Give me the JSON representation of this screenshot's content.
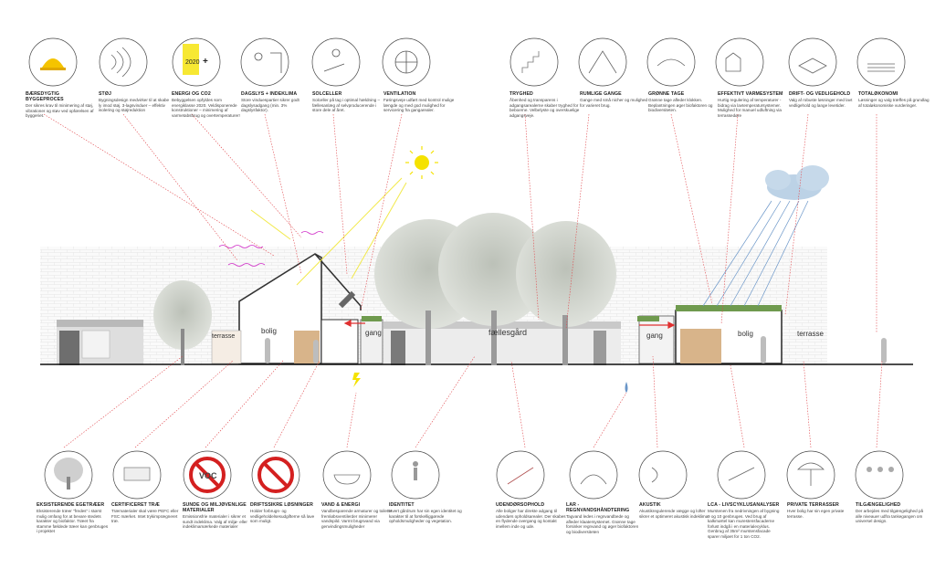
{
  "top_callouts": [
    {
      "title": "BÆREDYGTIG BYGGEPROCES",
      "desc": "Der sikres krav til minimering af støj, vibrationer og støv ved opførelsen af byggeriet."
    },
    {
      "title": "STØJ",
      "desc": "Bygningsdesign medvirker til at skabe ly imod støj. 3-lagsvinduer – effektiv isolering og støjreduktion"
    },
    {
      "title": "ENERGI og CO2",
      "desc": "Bebyggelsen opfyldes som energiklasse 2020. Veldisponerede konstruktioner – minimering af varmetabsbrug og overtemperaturer!"
    },
    {
      "title": "DAGSLYS + INDEKLIMA",
      "desc": "Store vinduespartier sikrer godt dagslysadgang (min. 3% dagslysfaktor)."
    },
    {
      "title": "SOLCELLER",
      "desc": "Solceller på tag i optimal hældning – fællesanlæg af selvproducerende i store dele af året."
    },
    {
      "title": "VENTILATION",
      "desc": "Føringsveje udført med kontrol mulige længde og med god mulighed for servicering fra gangarealer."
    },
    {
      "title": "TRYGHED",
      "desc": "Åbenhed og transparens i adgangsarealerne skaber tryghed for beboerne. Velbelyste og overskuelige adgangsveje."
    },
    {
      "title": "RUMLIGE GANGE",
      "desc": "Gange med små nicher og mulighed for varieret brug."
    },
    {
      "title": "GRØNNE TAGE",
      "desc": "Grønne tage afleder klokken. Beplantningen øger biofaktoren og biodiversiteten."
    },
    {
      "title": "EFFEKTIVT VARMESYSTEM",
      "desc": "Hurtig regulering af temperaturer - bidrag via lavtemperatursystemer. Mulighed for manuel udluftning via terrassedøre"
    },
    {
      "title": "DRIFT- OG VEDLIGEHOLD",
      "desc": "Valg af robuste løsninger med lavt vedligehold og lange levetider."
    },
    {
      "title": "TOTALØKONOMI",
      "desc": "Løsninger og valg træffes på grundlag af totaløkonomiske vurderinger."
    }
  ],
  "bottom_callouts": [
    {
      "title": "EKSISTERENDE EGETRÆER",
      "desc": "Eksisterende træer \"fredes\" i størst mulig omfang for at bevare stedets karakter og biofaktor. Træet fra stamme fældede træer kan genbruges i projektet"
    },
    {
      "title": "CERTIFICERET TRÆ",
      "desc": "Træmaterialer skal være PEFC eller FSC mærket. Intet trykimprægneret træ."
    },
    {
      "title": "SUNDE OG MILJØVENLIGE MATERIALER",
      "desc": "Emissionsfrie materialer i sikrer et sundt indeklima. Valg af miljø- eller indeklimamærkede materialer"
    },
    {
      "title": "DRIFTSSIKRE LØSNINGER",
      "desc": "Holder forbrugs- og vedligeholdelsesudgifterne så lave som muligt."
    },
    {
      "title": "VAND & ENERGI",
      "desc": "Vandbesparende armaturer og toilette fremløbsventilerder minimerer vandspild. Varmt brugsvand via genvindingsmuligheder"
    },
    {
      "title": "IDENTITET",
      "desc": "Hvert gårdrum har sin egen identitet og karakter til at forskelliggørede opholdsmuligheder og vegetation."
    },
    {
      "title": "UDENDØRSOPHOLD",
      "desc": "Alle boliger har direkte adgang til udendørs opholdsarealer. Der skabes en flydende overgang og kontakt imellem inde og ude."
    },
    {
      "title": "LAR - REGNVANDSHÅNDTERING",
      "desc": "Tagvand ledes i regnvandbede og afleder klaatersystemet. Grønne tage forsinker regnvand og øger biofaktoren og biodiversiteten"
    },
    {
      "title": "AKUSTIK",
      "desc": "Akustikregulerende vægge og lofter sikrer et optimeret akustisk indeklima."
    },
    {
      "title": "LCA - LIVSCYKLUSANALYSER",
      "desc": "Murstenen fra nedrivningen af bygning 9 og 10 genbruges. Ved brug af kalkmørtel kan murestensfacaderne forlust indgå i en materialecyklus. Genbrug af 35m² murstensfacade sparer miljøet for 1 ton CO2."
    },
    {
      "title": "PRIVATE TERRASSER",
      "desc": "Hver bolig har sin egen private terrasse."
    },
    {
      "title": "TILGÆNGELIGHED",
      "desc": "Der arbejdes med tilgængelighed på alle niveauer udfra tankegangen om universel design."
    }
  ],
  "section_labels": {
    "bolig_left": "bolig",
    "terrasse_left": "terrasse",
    "gang_left": "gang",
    "faellesgard": "fællesgård",
    "gang_right": "gang",
    "bolig_right": "bolig",
    "terrasse_right": "terrasse"
  },
  "badges": {
    "energy_year": "2020",
    "plus": "+",
    "voc": "VOC"
  },
  "colors": {
    "sun": "#f5e200",
    "ray": "#f2e94a",
    "heat": "#d02fc8",
    "callout_line": "#e0474c",
    "airflow": "#e03030",
    "cloud": "#bcd2e6",
    "rain": "#6a96c8",
    "green_roof": "#6f9a4e",
    "prohibit": "#d42020",
    "wood": "#d8b48a"
  }
}
